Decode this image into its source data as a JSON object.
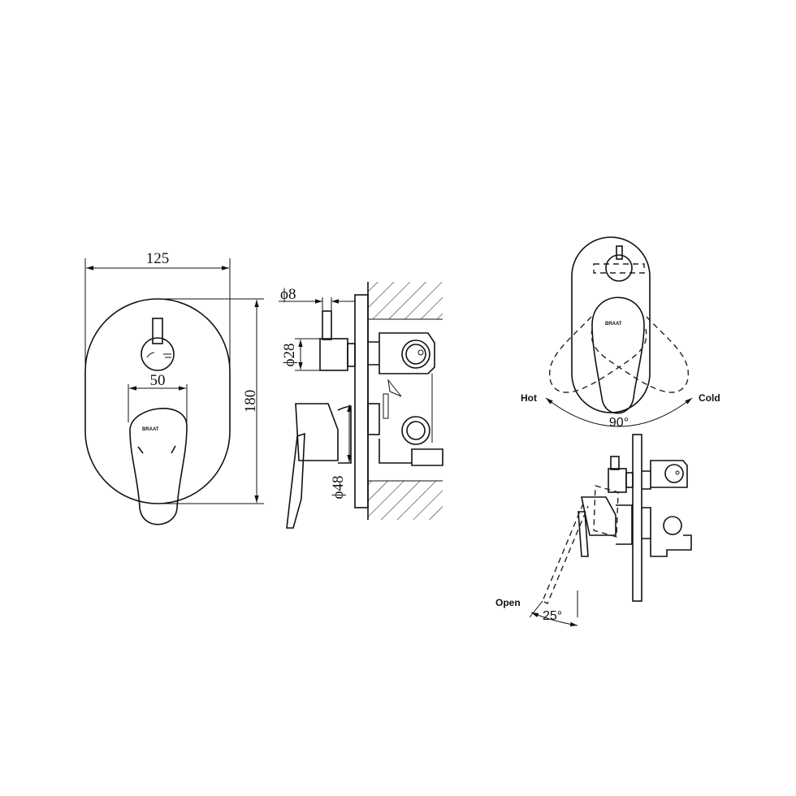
{
  "front_view": {
    "width_dim": "125",
    "height_dim": "180",
    "handle_dim": "50",
    "logo": "BRAAT"
  },
  "side_view": {
    "stem_dia": "ϕ8",
    "diverter_dia": "ϕ28",
    "handle_dia": "ϕ48"
  },
  "rotation_view": {
    "hot_label": "Hot",
    "cold_label": "Cold",
    "angle": "90°",
    "logo": "BRAAT"
  },
  "open_view": {
    "open_label": "Open",
    "angle": "25°"
  }
}
